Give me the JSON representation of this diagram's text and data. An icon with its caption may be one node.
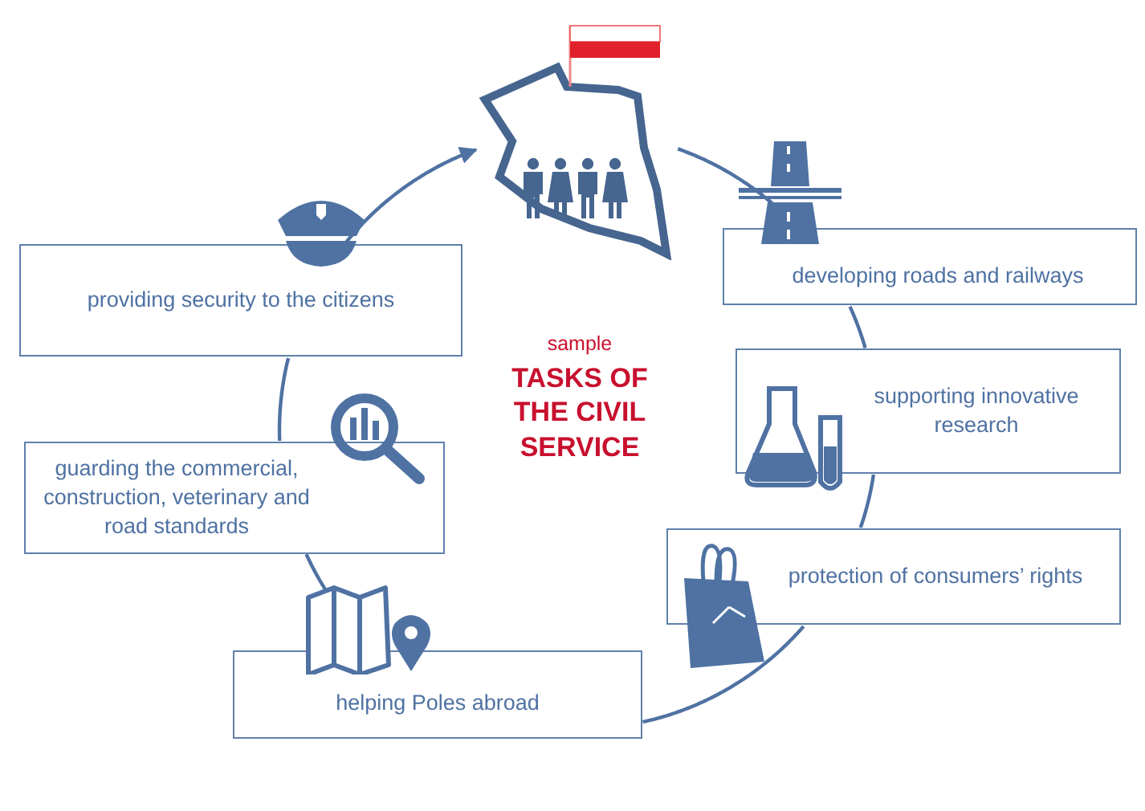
{
  "diagram": {
    "title": "TASKS OF THE CIVIL SERVICE",
    "nodes": [
      {
        "text": [],
        "shape": "picture"
      },
      {
        "text": [
          "providing security to the citizens"
        ]
      },
      {
        "text": [
          "developing roads and railways"
        ]
      },
      {
        "text": [
          "supporting innovative research"
        ]
      },
      {
        "text": [
          "protection of consumers’ rights"
        ]
      },
      {
        "text": [
          "guarding the commercial, construction, veterinary and road standards"
        ]
      },
      {
        "text": [
          "helping Poles abroad"
        ]
      }
    ],
    "edges": [
      {
        "from": 0,
        "to": 2,
        "arrow": "none"
      },
      {
        "from": 2,
        "to": 3,
        "arrow": "none"
      },
      {
        "from": 3,
        "to": 4,
        "arrow": "none"
      },
      {
        "from": 4,
        "to": 6,
        "arrow": "none"
      },
      {
        "from": 6,
        "to": 5,
        "arrow": "none"
      },
      {
        "from": 5,
        "to": 1,
        "arrow": "none"
      },
      {
        "from": 1,
        "to": 0,
        "arrow": "to"
      }
    ],
    "labels": [
      "sample"
    ]
  }
}
